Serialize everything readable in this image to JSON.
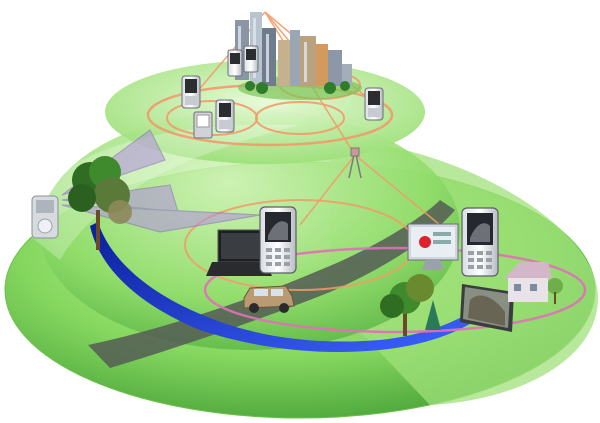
{
  "scene": {
    "colors": {
      "background": "#ffffff",
      "hill_light": "#b9ea9a",
      "hill_mid": "#79cf55",
      "hill_dark": "#3f9a32",
      "river": "#1d3cff",
      "road": "#555c55",
      "coverage_ring_orange": "#f29a6a",
      "coverage_ring_pink": "#e070b8",
      "beam_purple": "#9a76c9"
    },
    "objects": [
      {
        "name": "city-skyline-icon",
        "kind": "city"
      },
      {
        "name": "base-station-tower-icon",
        "kind": "tower"
      },
      {
        "name": "mobile-phone-icon",
        "kind": "phone"
      },
      {
        "name": "pda-device-icon",
        "kind": "pda"
      },
      {
        "name": "mp3-player-icon",
        "kind": "player"
      },
      {
        "name": "tree-cluster-icon",
        "kind": "tree"
      },
      {
        "name": "laptop-icon",
        "kind": "laptop"
      },
      {
        "name": "desktop-monitor-icon",
        "kind": "monitor"
      },
      {
        "name": "suv-car-icon",
        "kind": "car"
      },
      {
        "name": "television-icon",
        "kind": "tv"
      },
      {
        "name": "house-icon",
        "kind": "house"
      }
    ]
  }
}
